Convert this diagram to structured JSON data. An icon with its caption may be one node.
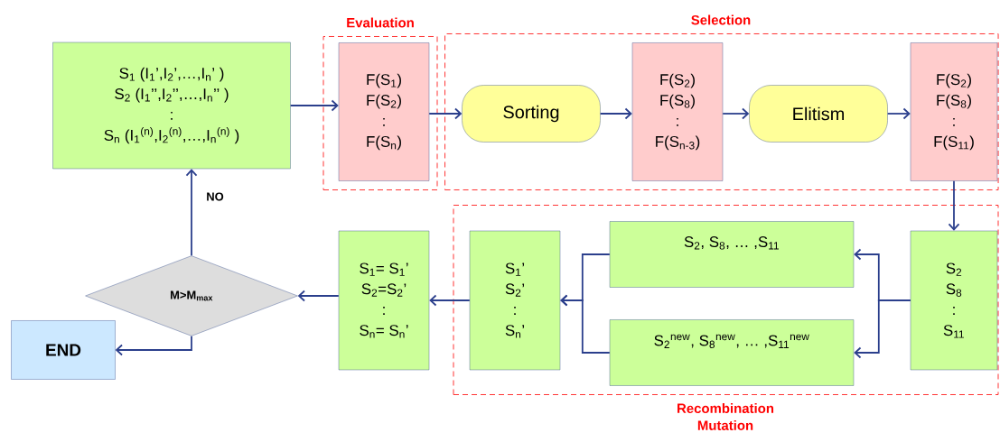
{
  "diagram": {
    "nodes": [
      {
        "text": [
          "S$_{1}$ (I$_{1}$’,I$_{2}$’,…,I$_{n}$’ )",
          "S$_{2}$ (I$_{1}$’’,I$_{2}$’’,…,I$_{n}$’’ )",
          ":",
          "S$_{n}$ (I$_{1}$$^{(n)}$,I$_{2}$$^{(n)}$,…,I$_{n}$$^{(n)}$ )"
        ]
      },
      {
        "text": [
          "Evaluation"
        ]
      },
      {
        "text": [
          "F(S$_{1}$)",
          "F(S$_{2}$)",
          ":",
          "F(S$_{n}$)"
        ],
        "in": 1
      },
      {
        "text": [
          "Selection"
        ]
      },
      {
        "text": [
          "Sorting"
        ],
        "in": 3
      },
      {
        "text": [
          "F(S$_{2}$)",
          "F(S$_{8}$)",
          ":",
          "F(S$_{n-3}$)"
        ],
        "in": 3
      },
      {
        "text": [
          "Elitism"
        ],
        "in": 3
      },
      {
        "text": [
          "F(S$_{2}$)",
          "F(S$_{8}$)",
          ":",
          "F(S$_{11}$)"
        ],
        "in": 3
      },
      {
        "text": [
          "Recombination Mutation"
        ]
      },
      {
        "text": [
          "S$_{2}$",
          "S$_{8}$",
          ":",
          "S$_{11}$"
        ],
        "in": 8
      },
      {
        "text": [
          "S$_{2}$, S$_{8}$, … ,S$_{11}$"
        ],
        "in": 8
      },
      {
        "text": [
          "S$_{2}$$^{new}$, S$_{8}$$^{new}$, … ,S$_{11}$$^{new}$"
        ],
        "in": 8
      },
      {
        "text": [
          "S$_{1}$’",
          "S$_{2}$’",
          ":",
          "S$_{n}$’"
        ],
        "in": 8
      },
      {
        "text": [
          "S$_{1}$= S$_{1}$’",
          "S$_{2}$=S$_{2}$’",
          ":",
          "S$_{n}$= S$_{n}$’"
        ]
      },
      {
        "text": [
          "M>M$_{max}$"
        ]
      },
      {
        "text": [
          "END"
        ]
      }
    ],
    "edges": [
      {
        "from": 0,
        "to": 2,
        "arrow": "to"
      },
      {
        "from": 2,
        "to": 4,
        "arrow": "to"
      },
      {
        "from": 4,
        "to": 5,
        "arrow": "to"
      },
      {
        "from": 5,
        "to": 6,
        "arrow": "to"
      },
      {
        "from": 6,
        "to": 7,
        "arrow": "to"
      },
      {
        "from": 7,
        "to": 9,
        "arrow": "to"
      },
      {
        "from": 9,
        "to": 10,
        "arrow": "to"
      },
      {
        "from": 9,
        "to": 11,
        "arrow": "to"
      },
      {
        "from": 10,
        "to": 12,
        "arrow": "to"
      },
      {
        "from": 11,
        "to": 12,
        "arrow": "to"
      },
      {
        "from": 12,
        "to": 13,
        "arrow": "to"
      },
      {
        "from": 13,
        "to": 14,
        "arrow": "to"
      },
      {
        "from": 14,
        "to": 0,
        "arrow": "to",
        "label": "NO"
      },
      {
        "from": 14,
        "to": 15,
        "arrow": "to"
      }
    ]
  }
}
